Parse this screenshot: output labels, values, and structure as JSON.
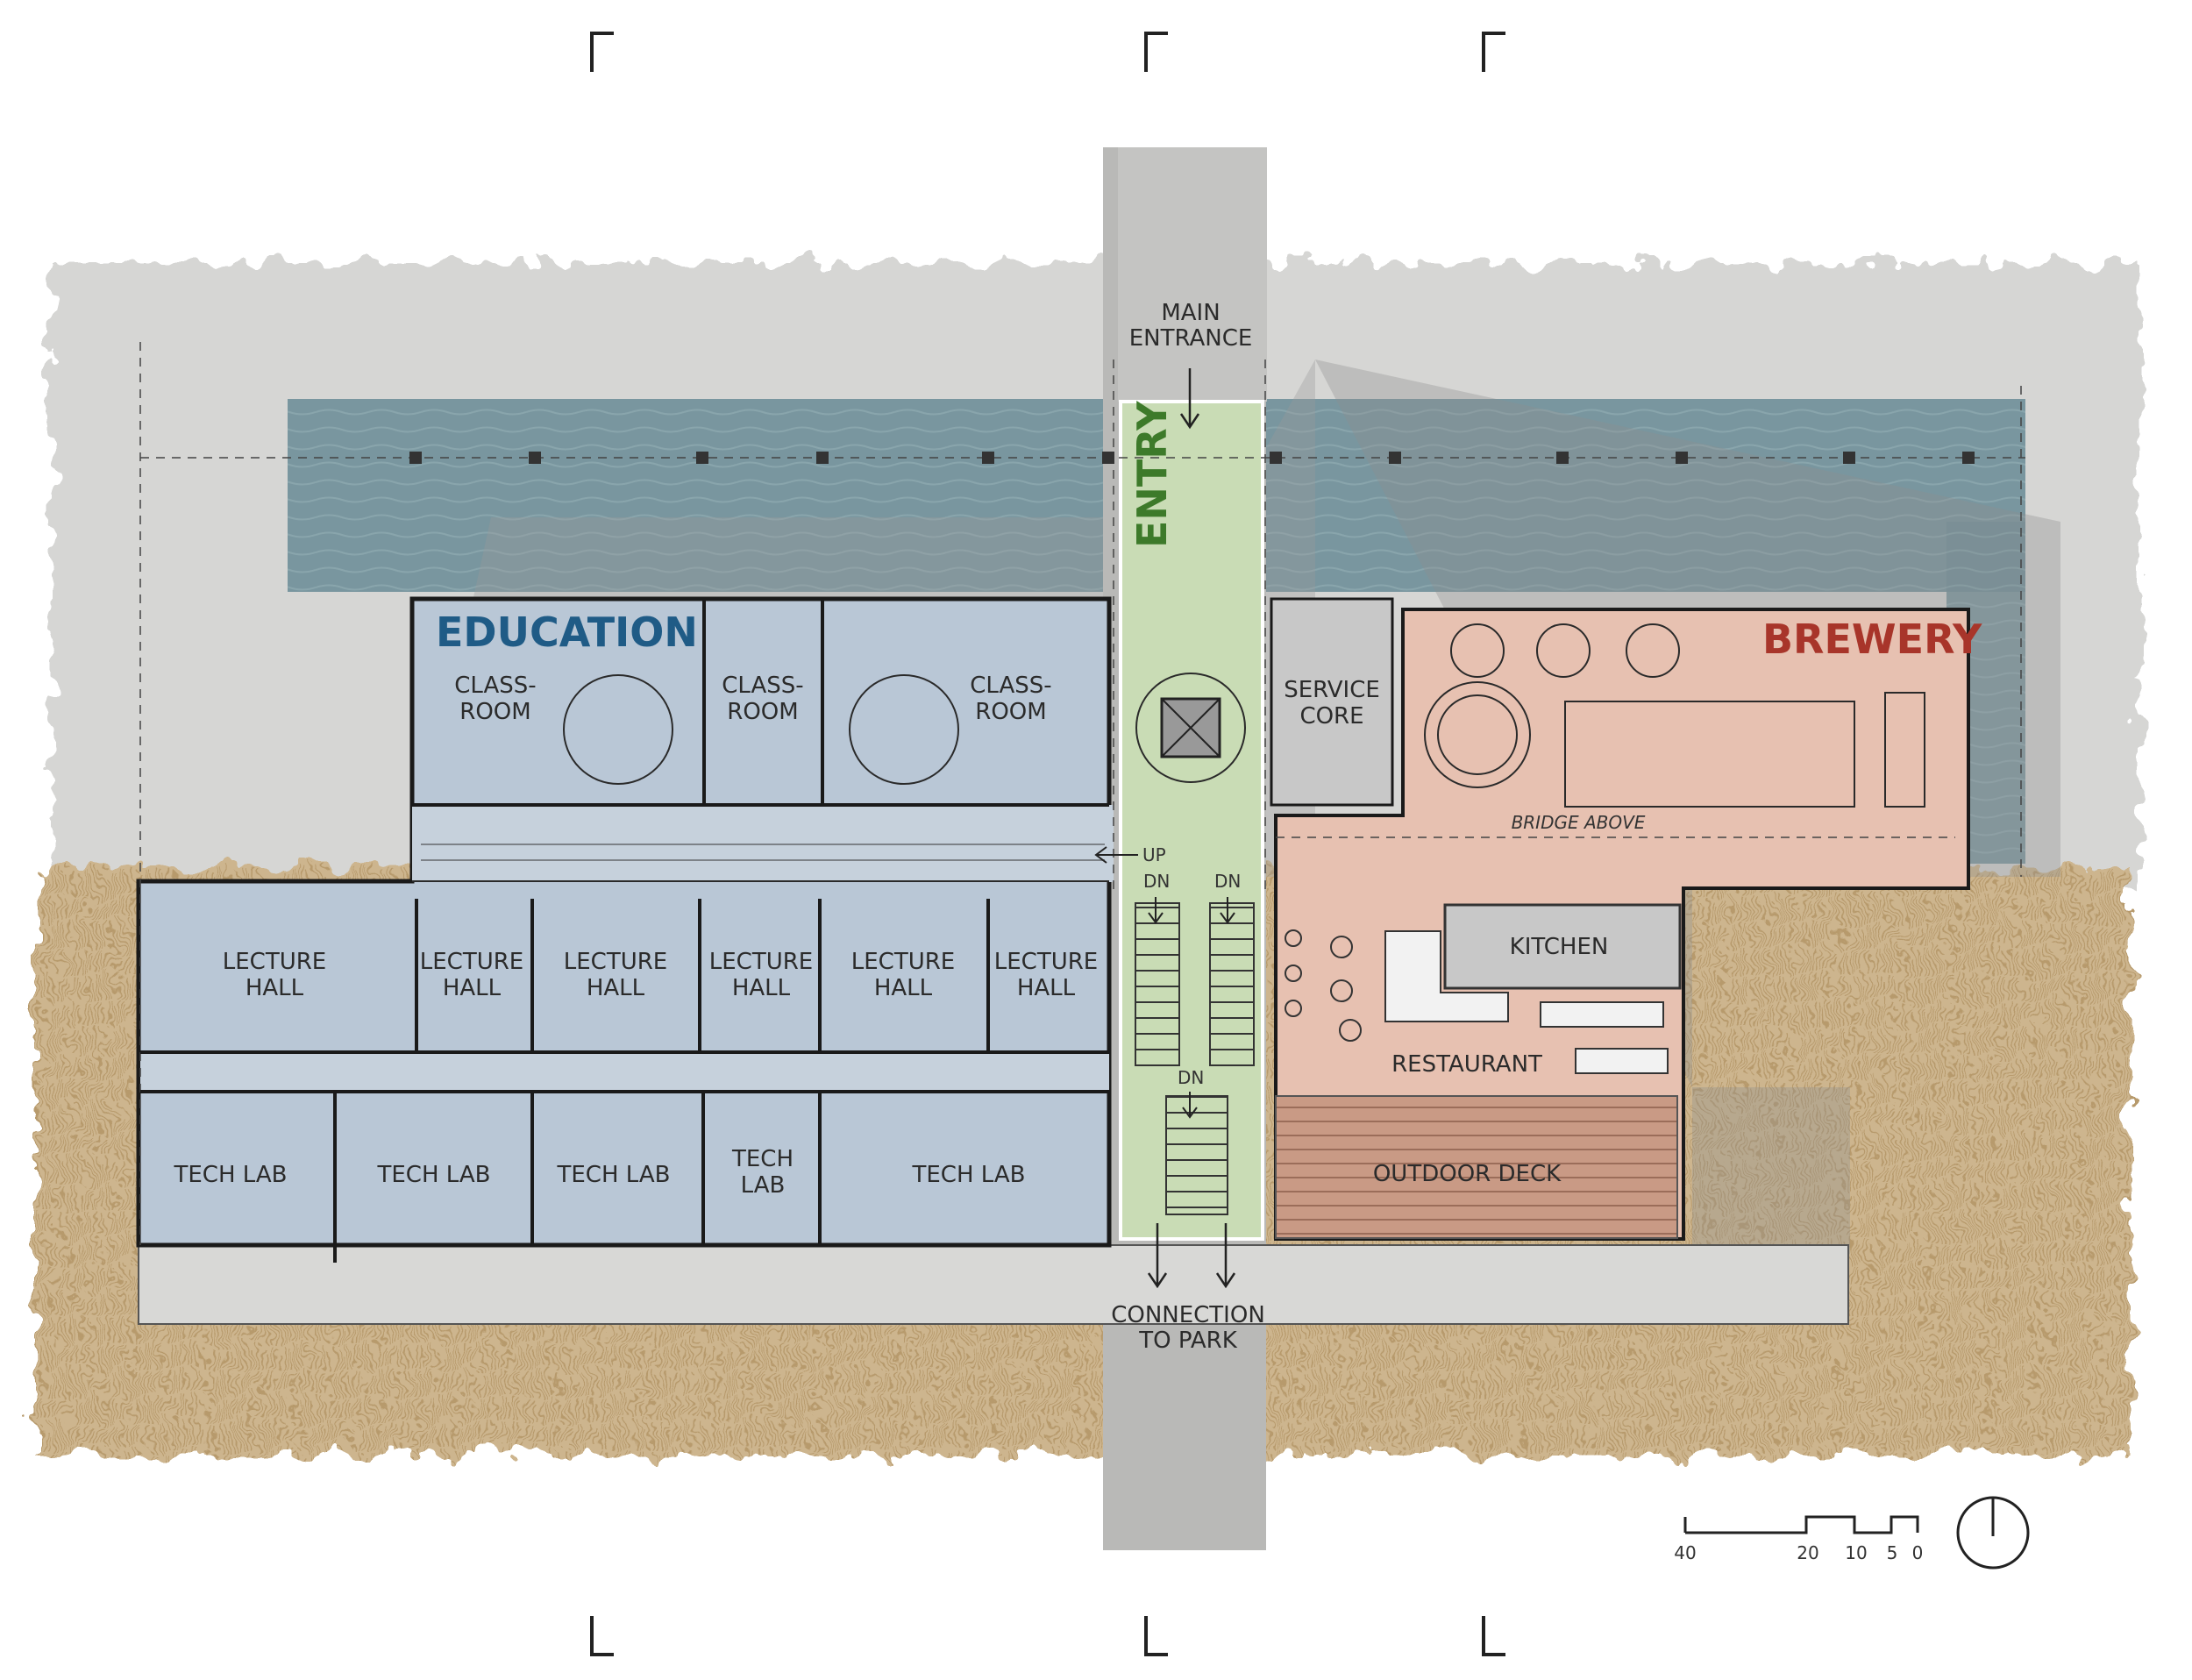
{
  "zones": {
    "education": "EDUCATION",
    "brewery": "BREWERY",
    "entry": "ENTRY"
  },
  "rooms": {
    "classroom_1": [
      "CLASS-",
      "ROOM"
    ],
    "classroom_2": [
      "CLASS-",
      "ROOM"
    ],
    "classroom_3": [
      "CLASS-",
      "ROOM"
    ],
    "lecture_1": [
      "LECTURE",
      "HALL"
    ],
    "lecture_2": [
      "LECTURE",
      "HALL"
    ],
    "lecture_3": [
      "LECTURE",
      "HALL"
    ],
    "lecture_4": [
      "LECTURE",
      "HALL"
    ],
    "lecture_5": [
      "LECTURE",
      "HALL"
    ],
    "lecture_6": [
      "LECTURE",
      "HALL"
    ],
    "tech_lab_1": "TECH LAB",
    "tech_lab_2": "TECH LAB",
    "tech_lab_3": "TECH LAB",
    "tech_lab_4": [
      "TECH",
      "LAB"
    ],
    "tech_lab_5": "TECH LAB",
    "service_core": [
      "SERVICE",
      "CORE"
    ],
    "kitchen": "KITCHEN",
    "restaurant": "RESTAURANT",
    "outdoor_deck": "OUTDOOR DECK"
  },
  "annotations": {
    "main_entrance": [
      "MAIN",
      "ENTRANCE"
    ],
    "connection_to_park": [
      "CONNECTION",
      "TO PARK"
    ],
    "bridge_above": "BRIDGE ABOVE",
    "up": "UP",
    "dn_1": "DN",
    "dn_2": "DN",
    "dn_3": "DN"
  },
  "scale_bar": {
    "labels": [
      "40",
      "20",
      "10",
      "5",
      "0"
    ]
  },
  "colors": {
    "education": "#b9c7d6",
    "entry": "#c9dcb5",
    "brewery": "#e7c1b1",
    "water": "#6f8f99",
    "concrete": "#d3d3d1",
    "grass": "#c8b08a",
    "education_title": "#1f5b86",
    "brewery_title": "#a8352a",
    "entry_title": "#3d7a2a"
  }
}
